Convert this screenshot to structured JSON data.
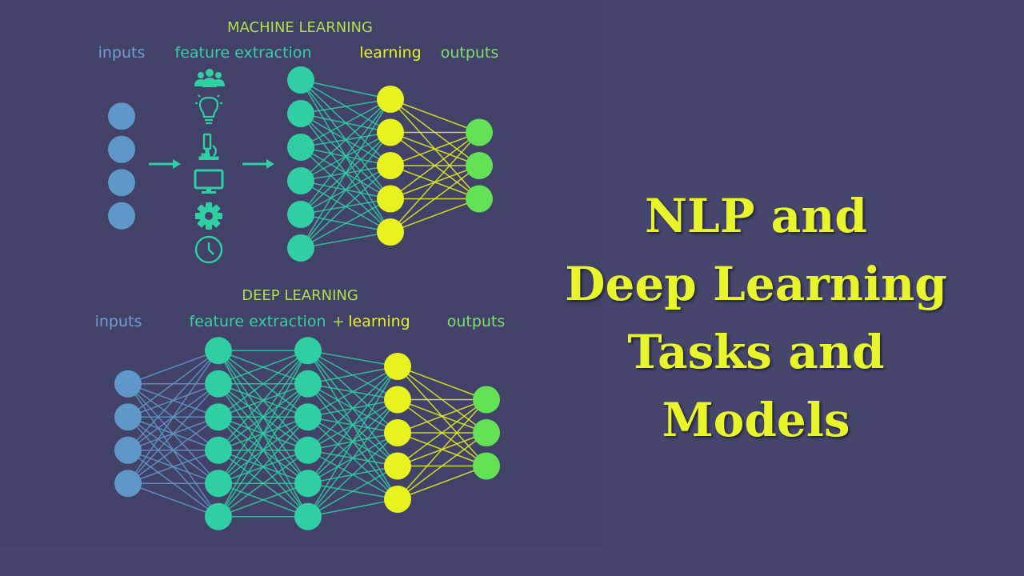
{
  "colors": {
    "background": "#46466d",
    "panel": "#424268",
    "input_node": "#5f98c8",
    "teal_node": "#2fcfa3",
    "yellow_node": "#e8f21f",
    "green_node": "#62e254",
    "label_blue": "#6f9ed6",
    "label_teal": "#33d1a5",
    "label_lime": "#b6dc4a",
    "label_yellow": "#e8f21f",
    "label_green": "#7ee06a",
    "headline": "#e7f52a"
  },
  "machine_learning": {
    "title": "MACHINE LEARNING",
    "labels": {
      "inputs": "inputs",
      "feature_extraction": "feature extraction",
      "learning": "learning",
      "outputs": "outputs"
    },
    "layers": [
      {
        "name": "inputs",
        "count": 4,
        "color": "input_node"
      },
      {
        "name": "features",
        "count": 6,
        "color": "teal_node"
      },
      {
        "name": "learning",
        "count": 5,
        "color": "yellow_node"
      },
      {
        "name": "outputs",
        "count": 3,
        "color": "green_node"
      }
    ],
    "feature_icons": [
      "users-icon",
      "lightbulb-icon",
      "microscope-icon",
      "monitor-icon",
      "gear-icon",
      "clock-icon"
    ]
  },
  "deep_learning": {
    "title": "DEEP LEARNING",
    "labels": {
      "inputs": "inputs",
      "feature_extraction": "feature extraction",
      "plus": "+",
      "learning": "learning",
      "outputs": "outputs"
    },
    "layers": [
      {
        "name": "inputs",
        "count": 4,
        "color": "input_node"
      },
      {
        "name": "hidden-1",
        "count": 6,
        "color": "teal_node"
      },
      {
        "name": "hidden-2",
        "count": 6,
        "color": "teal_node"
      },
      {
        "name": "learning",
        "count": 5,
        "color": "yellow_node"
      },
      {
        "name": "outputs",
        "count": 3,
        "color": "green_node"
      }
    ]
  },
  "headline": {
    "lines": [
      "NLP and",
      "Deep Learning",
      "Tasks and",
      "Models"
    ]
  }
}
